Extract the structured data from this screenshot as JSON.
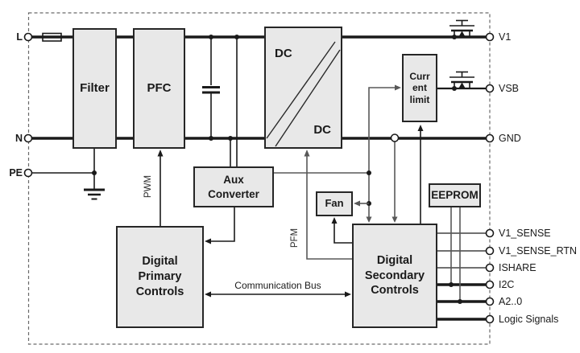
{
  "colors": {
    "background": "#ffffff",
    "block_fill": "#e8e8e8",
    "block_border": "#262626",
    "wire": "#1a1a1a",
    "control_wire": "#585858",
    "boundary": "#6a6a6a"
  },
  "labels": {
    "left_terminals": [
      {
        "label": "L"
      },
      {
        "label": "N"
      },
      {
        "label": "PE"
      }
    ],
    "right_terminals": [
      {
        "label": "V1"
      },
      {
        "label": "VSB"
      },
      {
        "label": "GND"
      },
      {
        "label": "V1_SENSE"
      },
      {
        "label": "V1_SENSE_RTN"
      },
      {
        "label": "ISHARE"
      },
      {
        "label": "I2C"
      },
      {
        "label": "A2..0"
      },
      {
        "label": "Logic Signals"
      }
    ],
    "blocks": {
      "filter": "Filter",
      "pfc": "PFC",
      "dc_top": "DC",
      "dc_bottom": "DC",
      "aux_converter": "Aux\nConverter",
      "current_limit": "Curr\nent\nlimit",
      "fan": "Fan",
      "eeprom": "EEPROM",
      "digital_primary": "Digital\nPrimary\nControls",
      "digital_secondary": "Digital\nSecondary\nControls"
    },
    "signals": {
      "pwm": "PWM",
      "pfm": "PFM",
      "communication_bus": "Communication Bus"
    }
  }
}
